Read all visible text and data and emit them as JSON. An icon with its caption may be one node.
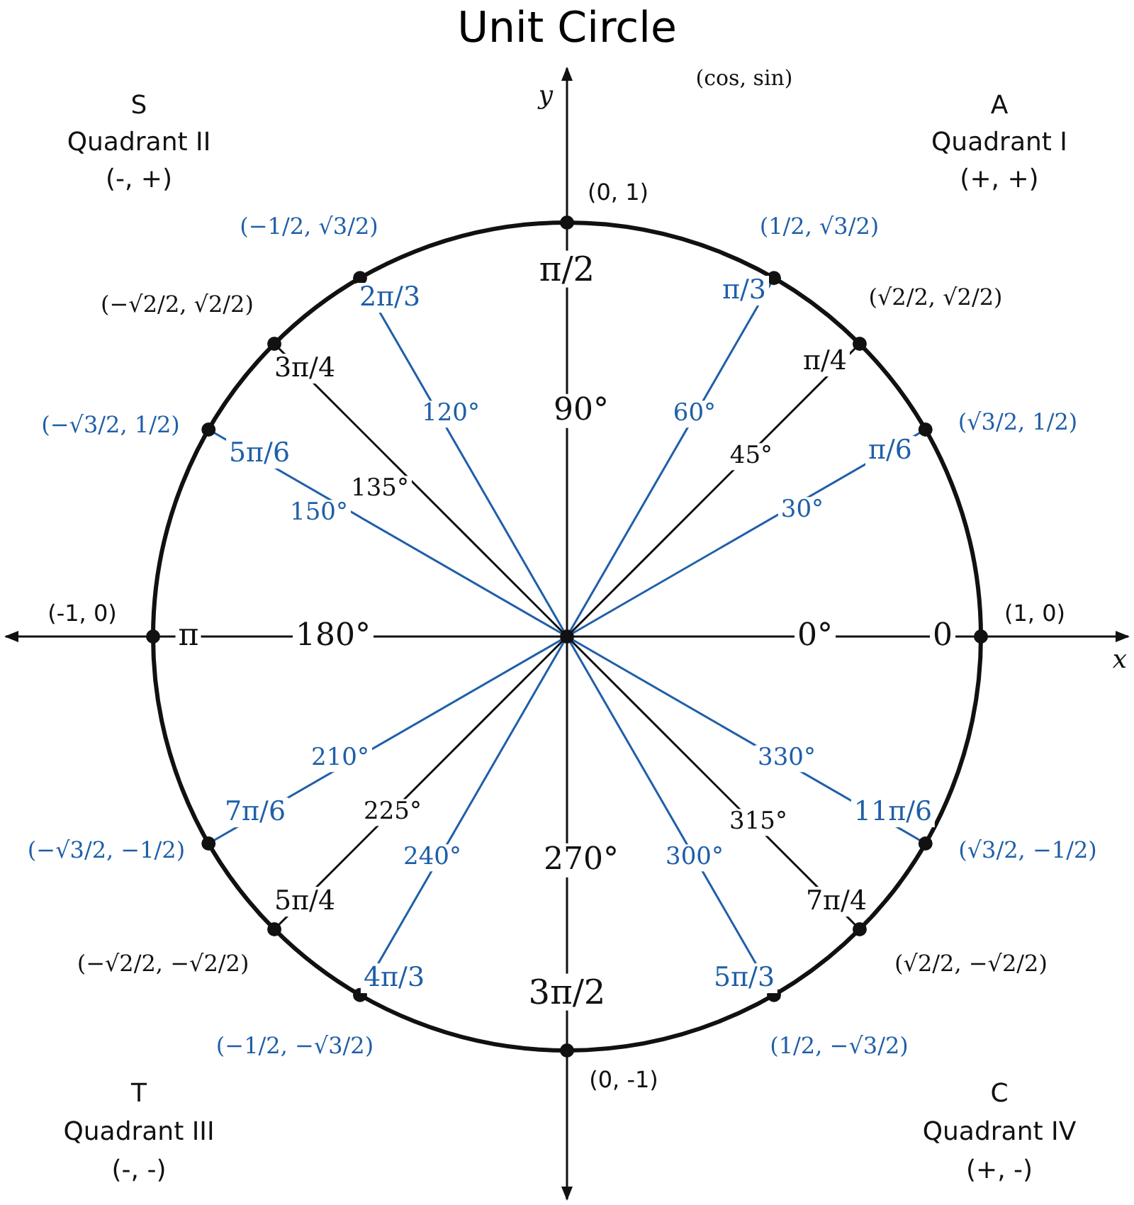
{
  "diagram": {
    "title": "Unit Circle",
    "labels": [
      "y",
      "(cos, sin)",
      "S",
      "Quadrant II",
      "(-, +)",
      "A",
      "Quadrant I",
      "(+, +)",
      "(0, 1)",
      "(−1/2, √3/2)",
      "(1/2, √3/2)",
      "π/2",
      "(−√2/2, √2/2)",
      "2π/3",
      "π/3",
      "(√2/2, √2/2)",
      "3π/4",
      "π/4",
      "(−√3/2, 1/2)",
      "5π/6",
      "120°",
      "90°",
      "60°",
      "π/6",
      "(√3/2, 1/2)",
      "135°",
      "45°",
      "150°",
      "30°",
      "(-1, 0)",
      "π",
      "180°",
      "0°",
      "0",
      "(1, 0)",
      "x",
      "210°",
      "330°",
      "7π/6",
      "225°",
      "315°",
      "11π/6",
      "(−√3/2, −1/2)",
      "240°",
      "270°",
      "300°",
      "(√3/2, −1/2)",
      "5π/4",
      "7π/4",
      "(−√2/2, −√2/2)",
      "4π/3",
      "3π/2",
      "5π/3",
      "(√2/2, −√2/2)",
      "(−1/2, −√3/2)",
      "(1/2, −√3/2)",
      "(0, -1)",
      "T",
      "Quadrant III",
      "(-, -)",
      "C",
      "Quadrant IV",
      "(+, -)"
    ]
  }
}
